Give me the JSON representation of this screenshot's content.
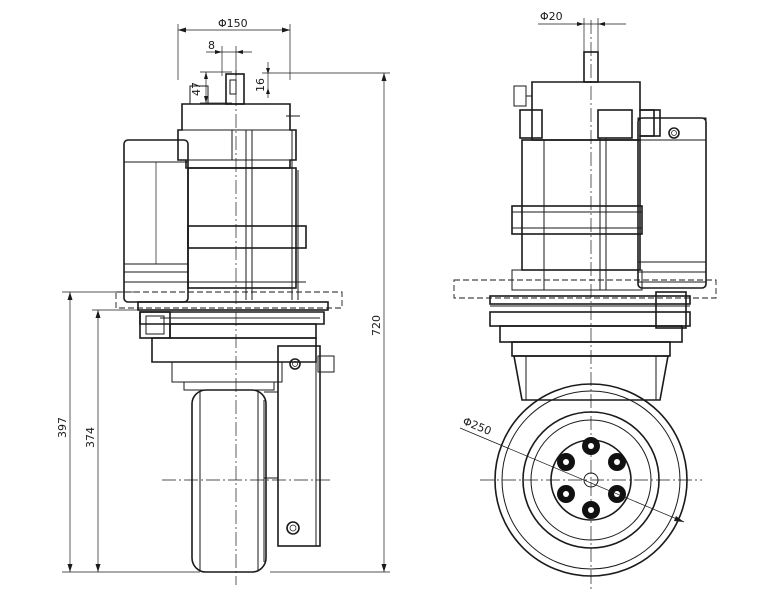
{
  "colors": {
    "line": "#1a1a1a",
    "background": "#ffffff"
  },
  "side_view": {
    "dim_width": "Φ150",
    "dim_key": "8",
    "dim_top_offset": "47",
    "dim_shaft_key": "16",
    "dim_total_height": "720",
    "dim_flange_height_outer": "397",
    "dim_flange_height_inner": "374"
  },
  "front_view": {
    "dim_shaft": "Φ20",
    "dim_wheel": "Φ250"
  }
}
